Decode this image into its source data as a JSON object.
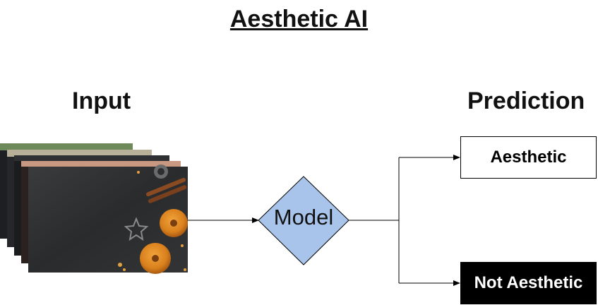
{
  "title": "Aesthetic AI",
  "input_label": "Input",
  "prediction_label": "Prediction",
  "model_label": "Model",
  "outputs": {
    "aesthetic": "Aesthetic",
    "not_aesthetic": "Not Aesthetic"
  },
  "colors": {
    "model_fill": "#a9c4ea",
    "line": "#000000",
    "not_aesthetic_bg": "#000000"
  }
}
